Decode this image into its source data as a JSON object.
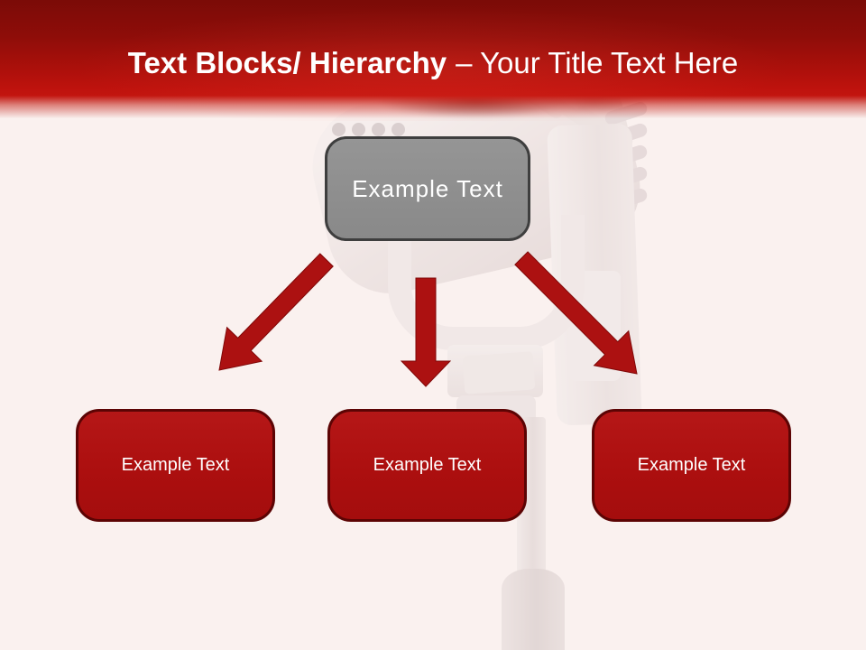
{
  "title": {
    "bold": "Text Blocks/ Hierarchy",
    "light": "– Your Title Text Here"
  },
  "diagram": {
    "root_label": "Example Text",
    "children": [
      {
        "label": "Example Text"
      },
      {
        "label": "Example Text"
      },
      {
        "label": "Example Text"
      }
    ]
  },
  "background": {
    "image": "faint-vintage-microphone-photo"
  },
  "colors": {
    "banner_red_dark": "#7B0B07",
    "banner_red_bright": "#C2150F",
    "slide_background": "#FAF1EF",
    "child_box_fill": "#AC0F0F",
    "child_box_border": "#5C0404",
    "root_box_fill": "#8F8F8F",
    "root_box_border": "#3E3E3E",
    "arrow_red": "#AC1111",
    "text_white": "#FFFFFF"
  }
}
